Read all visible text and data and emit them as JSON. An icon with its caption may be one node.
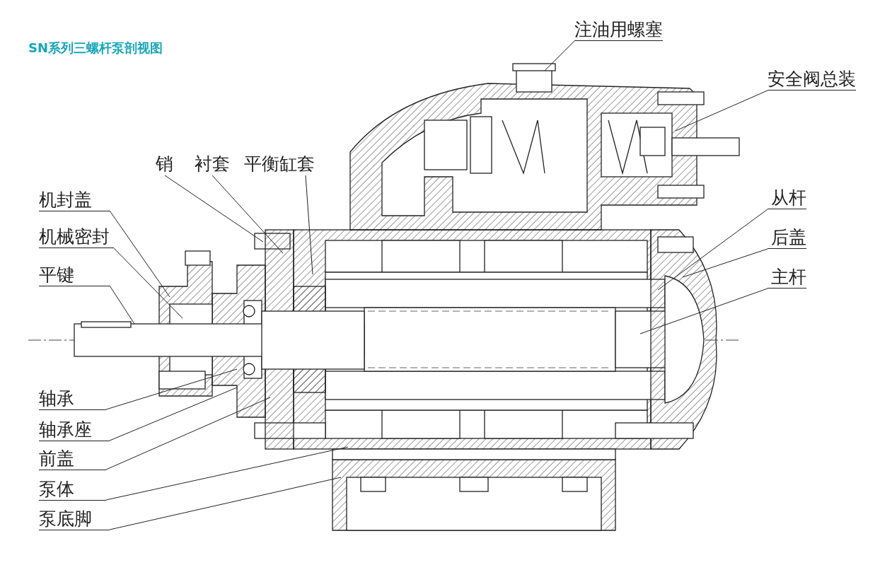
{
  "diagram": {
    "title": "SN系列三螺杆泵剖视图",
    "nodes": [
      {
        "text": [
          "注油用螺塞"
        ]
      },
      {
        "text": [
          "安全阀总装"
        ]
      },
      {
        "text": [
          "销"
        ]
      },
      {
        "text": [
          "衬套"
        ]
      },
      {
        "text": [
          "平衡缸套"
        ]
      },
      {
        "text": [
          "机封盖"
        ]
      },
      {
        "text": [
          "从杆"
        ]
      },
      {
        "text": [
          "机械密封"
        ]
      },
      {
        "text": [
          "后盖"
        ]
      },
      {
        "text": [
          "平键"
        ]
      },
      {
        "text": [
          "主杆"
        ]
      },
      {
        "text": [
          "轴承"
        ]
      },
      {
        "text": [
          "轴承座"
        ]
      },
      {
        "text": [
          "前盖"
        ]
      },
      {
        "text": [
          "泵体"
        ]
      },
      {
        "text": [
          "泵底脚"
        ]
      }
    ],
    "edges": [
      {
        "from": 0,
        "to": null,
        "arrow": "none"
      },
      {
        "from": 1,
        "to": null,
        "arrow": "none"
      },
      {
        "from": 2,
        "to": null,
        "arrow": "none"
      },
      {
        "from": 3,
        "to": null,
        "arrow": "none"
      },
      {
        "from": 4,
        "to": null,
        "arrow": "none"
      },
      {
        "from": 5,
        "to": null,
        "arrow": "none"
      },
      {
        "from": 6,
        "to": null,
        "arrow": "none"
      },
      {
        "from": 7,
        "to": null,
        "arrow": "none"
      },
      {
        "from": 8,
        "to": null,
        "arrow": "none"
      },
      {
        "from": 9,
        "to": null,
        "arrow": "none"
      },
      {
        "from": 10,
        "to": null,
        "arrow": "none"
      },
      {
        "from": 11,
        "to": null,
        "arrow": "none"
      },
      {
        "from": 12,
        "to": null,
        "arrow": "none"
      },
      {
        "from": 13,
        "to": null,
        "arrow": "none"
      },
      {
        "from": 14,
        "to": null,
        "arrow": "none"
      },
      {
        "from": 15,
        "to": null,
        "arrow": "none"
      }
    ]
  }
}
